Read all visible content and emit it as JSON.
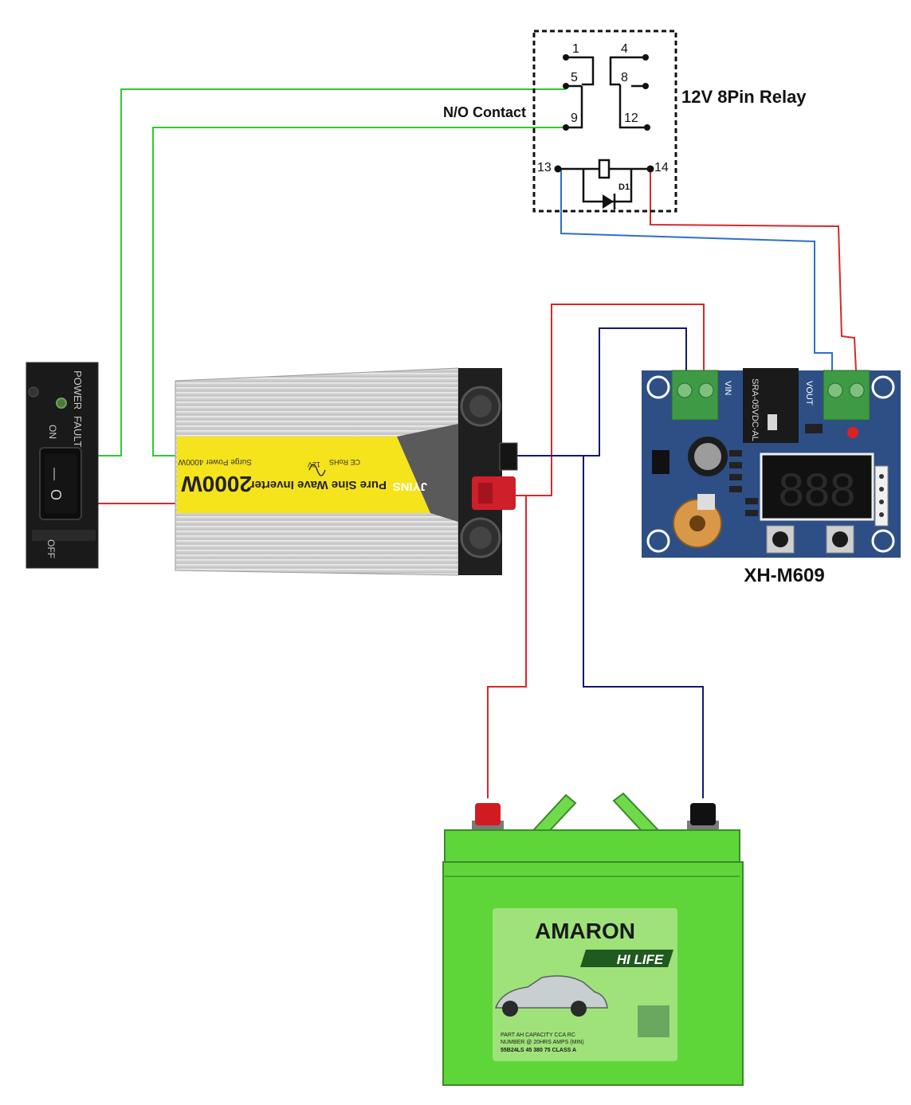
{
  "relay": {
    "title": "12V 8Pin Relay",
    "no_contact_label": "N/O Contact",
    "pins": {
      "p1": "1",
      "p4": "4",
      "p5": "5",
      "p8": "8",
      "p9": "9",
      "p12": "12",
      "p13": "13",
      "p14": "14"
    },
    "diode_label": "D1"
  },
  "switch_panel": {
    "power_label": "POWER",
    "fault_label": "FAULT",
    "on_label": "ON",
    "off_label": "OFF",
    "dash_glyph": "—",
    "circle_glyph": "O"
  },
  "inverter": {
    "brand": "JYINS",
    "model_power": "2000W",
    "surge_power": "Surge Power 4000W",
    "product_type": "Pure Sine Wave Inverter",
    "voltage": "12V",
    "certs": "CE RoHS"
  },
  "module": {
    "label": "XH-M609",
    "relay_text": "SRA-05VDC-AL",
    "terminal_vin": "VIN",
    "terminal_vout": "VOUT",
    "display_digits": "888"
  },
  "battery": {
    "brand": "AMARON",
    "model": "HI LIFE",
    "spec_line1": "PART   AH CAPACITY  CCA   RC",
    "spec_line2": "NUMBER @ 20HRS   AMPS  (MIN)",
    "spec_line3": "55B24LS   45     380   75   CLASS A"
  },
  "colors": {
    "green_wire": "#2ecc2e",
    "red_wire": "#d8282a",
    "navy_wire": "#121870",
    "blue_wire": "#2f6fc9",
    "inverter_yellow": "#f5e31c",
    "battery_green": "#5ed63a",
    "board_blue": "#2d4f86",
    "terminal_green": "#3e9a45"
  }
}
